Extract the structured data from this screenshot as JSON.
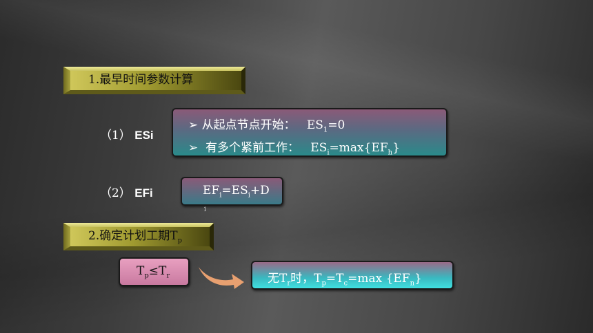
{
  "heading1": "1.最早时间参数计算",
  "heading2": {
    "text": "2.确定计划工期T",
    "sub": "p"
  },
  "item1": {
    "prefix": "（1）",
    "label": "ESi"
  },
  "item2": {
    "prefix": "（2）",
    "label": "EFi"
  },
  "es_box": {
    "bullet": "➢",
    "line1_text": "从起点节点开始：",
    "line1_var": "ES",
    "line1_sub": "1",
    "line1_val": "=0",
    "line2_text": "有多个紧前工作：",
    "line2_var": "ES",
    "line2_sub": "i",
    "line2_val": "=max{EF",
    "line2_sub2": "h",
    "line2_end": "}"
  },
  "ef_box": {
    "a": "EF",
    "a_sub": "i",
    "b": "=ES",
    "b_sub": "i",
    "c": "+D",
    "under": "1"
  },
  "tp_box": {
    "a": "T",
    "a_sub": "p",
    "op": "≤T",
    "b_sub": "r"
  },
  "result_box": {
    "a": "无T",
    "a_sub": "r",
    "b": "时，T",
    "b_sub": "p",
    "c": "=T",
    "c_sub": "c",
    "d": "=max {EF",
    "d_sub": "n",
    "e": "}"
  },
  "colors": {
    "bevel": "#c9c360",
    "pink": "#e8a0c0",
    "teal": "#40e0e0",
    "arrow": "#e8a070"
  }
}
